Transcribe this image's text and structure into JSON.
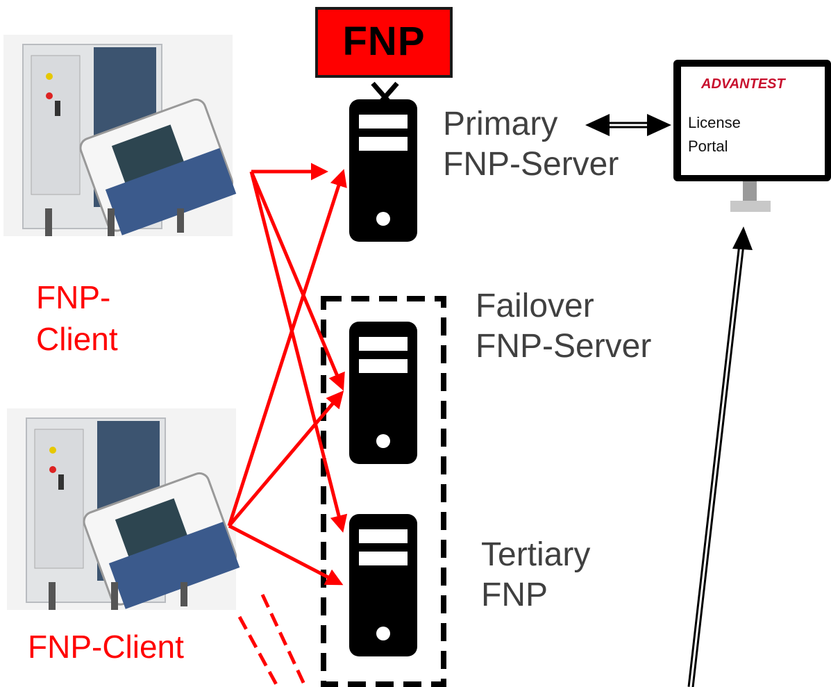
{
  "fnp_tag": "FNP",
  "primary_server": {
    "line1": "Primary",
    "line2": "FNP-Server"
  },
  "failover_server": {
    "line1": "Failover",
    "line2": "FNP-Server"
  },
  "tertiary_server": {
    "line1": "Tertiary",
    "line2": "FNP"
  },
  "client_top": {
    "line1": "FNP-",
    "line2": "Client"
  },
  "client_bottom": {
    "label": "FNP-Client"
  },
  "portal": {
    "brand": "ADVANTEST",
    "line1": "License",
    "line2": "Portal"
  },
  "colors": {
    "client_arrows": "#ff0000",
    "server_icon": "#000000",
    "label_gray": "#404040",
    "fnp_tag_fill": "#ff0000"
  },
  "icons": [
    "tester-machine-icon",
    "server-tower-icon",
    "monitor-icon"
  ]
}
